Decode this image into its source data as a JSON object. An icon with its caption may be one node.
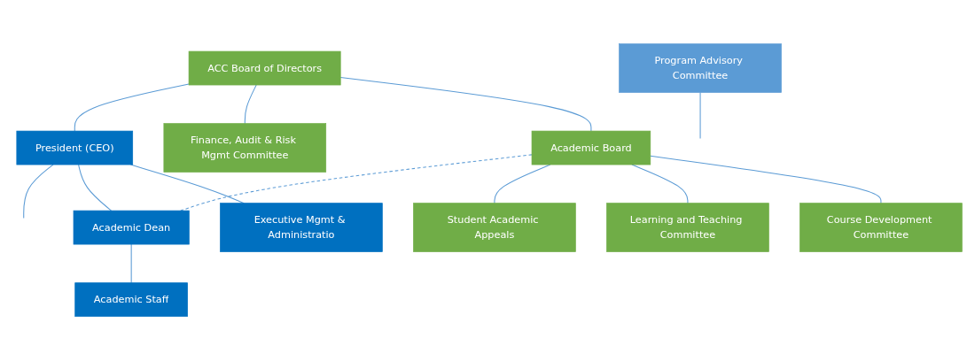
{
  "diagram": {
    "nodes": [
      {
        "text": [
          "ACC Board of Directors"
        ]
      },
      {
        "text": [
          "President (CEO)"
        ]
      },
      {
        "text": [
          "Finance, Audit & Risk Mgmt Committee"
        ]
      },
      {
        "text": [
          "Academic Board"
        ]
      },
      {
        "text": [
          "Academic Dean"
        ]
      },
      {
        "text": [
          "Executive Mgmt & Administratio"
        ]
      },
      {
        "text": [
          "Student Academic Appeals"
        ]
      },
      {
        "text": [
          "Learning and Teaching Committee"
        ]
      },
      {
        "text": [
          "Course Development Committee"
        ]
      },
      {
        "text": [
          "Academic Staff"
        ]
      },
      {
        "text": [
          "Program Advisory Committee"
        ]
      }
    ],
    "edges": [
      {
        "from": 0,
        "to": 1,
        "arrow": "none"
      },
      {
        "from": 1,
        "to": null,
        "arrow": "none"
      },
      {
        "from": 0,
        "to": 2,
        "arrow": "none"
      },
      {
        "from": 0,
        "to": 3,
        "arrow": "none"
      },
      {
        "from": 1,
        "to": 4,
        "arrow": "none"
      },
      {
        "from": 1,
        "to": 5,
        "arrow": "none"
      },
      {
        "from": 3,
        "to": 4,
        "arrow": "none",
        "style": "dashed"
      },
      {
        "from": 3,
        "to": 6,
        "arrow": "none"
      },
      {
        "from": 3,
        "to": 7,
        "arrow": "none"
      },
      {
        "from": 3,
        "to": 8,
        "arrow": "none"
      },
      {
        "from": 4,
        "to": 9,
        "arrow": "none"
      },
      {
        "from": 10,
        "to": null,
        "arrow": "none"
      }
    ]
  }
}
